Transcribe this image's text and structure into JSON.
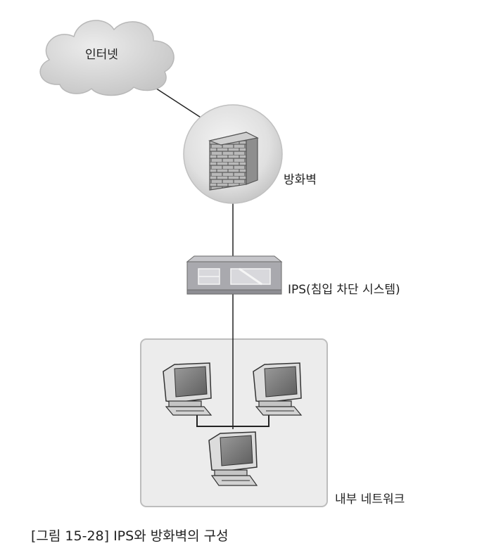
{
  "diagram": {
    "nodes": {
      "internet": {
        "label": "인터넷",
        "icon": "cloud-icon"
      },
      "firewall": {
        "label": "방화벽",
        "icon": "brick-wall-icon"
      },
      "ips": {
        "label": "IPS(침입 차단 시스템)",
        "icon": "network-appliance-icon"
      },
      "internal_network": {
        "label": "내부 네트워크",
        "icon": "computer-icon"
      }
    },
    "edges": [
      {
        "from": "internet",
        "to": "firewall"
      },
      {
        "from": "firewall",
        "to": "ips"
      },
      {
        "from": "ips",
        "to": "internal_network"
      }
    ],
    "computers": [
      {
        "name": "computer-left"
      },
      {
        "name": "computer-right"
      },
      {
        "name": "computer-bottom"
      }
    ]
  },
  "caption": "[그림 15-28] IPS와 방화벽의 구성",
  "colors": {
    "cloud": "#d4d4d4",
    "firewall_bg": "#e2e2e2",
    "brick": "#8a8a8a",
    "appliance": "#a9a9ae",
    "network_box": "#ececec",
    "monitor": "#cfcfcf",
    "screen": "#7d7d7d"
  }
}
